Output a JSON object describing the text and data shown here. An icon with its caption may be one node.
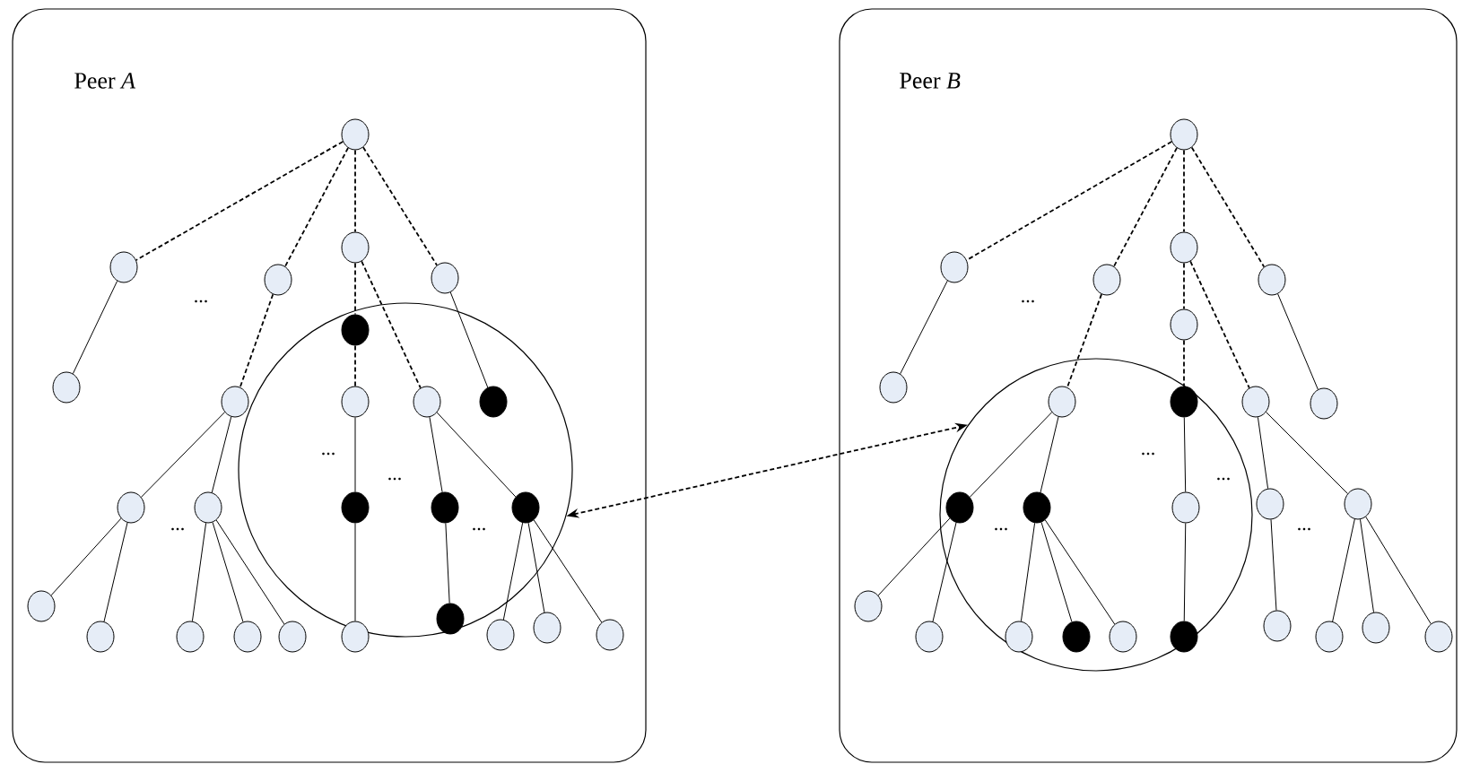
{
  "diagram": {
    "nodes": [
      {
        "text": [
          "Peer *A*"
        ]
      },
      {
        "text": [],
        "shape": "circle",
        "in": 0
      },
      {
        "text": [],
        "shape": "circle",
        "in": 0
      },
      {
        "text": [],
        "shape": "circle",
        "in": 0
      },
      {
        "text": [],
        "shape": "circle",
        "in": 0
      },
      {
        "text": [],
        "shape": "circle",
        "in": 0
      },
      {
        "text": [],
        "shape": "circle",
        "in": 0
      },
      {
        "text": [],
        "shape": "dot",
        "in": 1
      },
      {
        "text": [],
        "shape": "circle",
        "in": 0
      },
      {
        "text": [],
        "shape": "circle",
        "in": 0
      },
      {
        "text": [],
        "shape": "circle",
        "in": 1
      },
      {
        "text": [],
        "shape": "circle",
        "in": 1
      },
      {
        "text": [],
        "shape": "dot",
        "in": 1
      },
      {
        "text": [],
        "shape": "circle",
        "in": 0
      },
      {
        "text": [],
        "shape": "circle",
        "in": 0
      },
      {
        "text": [],
        "shape": "dot",
        "in": 1
      },
      {
        "text": [],
        "shape": "dot",
        "in": 1
      },
      {
        "text": [],
        "shape": "dot",
        "in": 1
      },
      {
        "text": [],
        "shape": "circle",
        "in": 0
      },
      {
        "text": [],
        "shape": "circle",
        "in": 0
      },
      {
        "text": [],
        "shape": "circle",
        "in": 0
      },
      {
        "text": [],
        "shape": "circle",
        "in": 0
      },
      {
        "text": [],
        "shape": "circle",
        "in": 0
      },
      {
        "text": [],
        "shape": "circle",
        "in": 0
      },
      {
        "text": [],
        "shape": "dot",
        "in": 1
      },
      {
        "text": [],
        "shape": "circle",
        "in": 0
      },
      {
        "text": [],
        "shape": "circle",
        "in": 0
      },
      {
        "text": [],
        "shape": "circle",
        "in": 0
      },
      {
        "text": [
          "Peer *B*"
        ]
      },
      {
        "text": [],
        "shape": "circle",
        "in": 28
      },
      {
        "text": [],
        "shape": "circle",
        "in": 28
      },
      {
        "text": [],
        "shape": "circle",
        "in": 28
      },
      {
        "text": [],
        "shape": "circle",
        "in": 28
      },
      {
        "text": [],
        "shape": "circle",
        "in": 28
      },
      {
        "text": [],
        "shape": "circle",
        "in": 28
      },
      {
        "text": [],
        "shape": "circle",
        "in": 28
      },
      {
        "text": [],
        "shape": "circle",
        "in": 28
      },
      {
        "text": [],
        "shape": "circle",
        "in": 29
      },
      {
        "text": [],
        "shape": "dot",
        "in": 29
      },
      {
        "text": [],
        "shape": "circle",
        "in": 28
      },
      {
        "text": [],
        "shape": "circle",
        "in": 28
      },
      {
        "text": [],
        "shape": "dot",
        "in": 29
      },
      {
        "text": [],
        "shape": "dot",
        "in": 29
      },
      {
        "text": [],
        "shape": "circle",
        "in": 29
      },
      {
        "text": [],
        "shape": "circle",
        "in": 28
      },
      {
        "text": [],
        "shape": "circle",
        "in": 28
      },
      {
        "text": [],
        "shape": "circle",
        "in": 28
      },
      {
        "text": [],
        "shape": "circle",
        "in": 28
      },
      {
        "text": [],
        "shape": "circle",
        "in": 29
      },
      {
        "text": [],
        "shape": "dot",
        "in": 29
      },
      {
        "text": [],
        "shape": "circle",
        "in": 29
      },
      {
        "text": [],
        "shape": "dot",
        "in": 29
      },
      {
        "text": [],
        "shape": "circle",
        "in": 28
      },
      {
        "text": [],
        "shape": "circle",
        "in": 28
      },
      {
        "text": [],
        "shape": "circle",
        "in": 28
      },
      {
        "text": [],
        "shape": "circle",
        "in": 28
      }
    ],
    "edges": [
      {
        "from": 2,
        "to": 3,
        "arrow": "none",
        "style": "dashed"
      },
      {
        "from": 2,
        "to": 4,
        "arrow": "none",
        "style": "dashed"
      },
      {
        "from": 2,
        "to": 5,
        "arrow": "none",
        "style": "dashed"
      },
      {
        "from": 2,
        "to": 6,
        "arrow": "none",
        "style": "dashed"
      },
      {
        "from": 3,
        "to": 8,
        "arrow": "none"
      },
      {
        "from": 4,
        "to": 9,
        "arrow": "none",
        "style": "dashed"
      },
      {
        "from": 5,
        "to": 7,
        "arrow": "none",
        "style": "dashed"
      },
      {
        "from": 5,
        "to": 11,
        "arrow": "none",
        "style": "dashed"
      },
      {
        "from": 6,
        "to": 12,
        "arrow": "none"
      },
      {
        "from": 7,
        "to": 10,
        "arrow": "none",
        "style": "dashed"
      },
      {
        "from": 9,
        "to": 13,
        "arrow": "none"
      },
      {
        "from": 9,
        "to": 14,
        "arrow": "none"
      },
      {
        "from": 10,
        "to": 15,
        "arrow": "none"
      },
      {
        "from": 11,
        "to": 16,
        "arrow": "none"
      },
      {
        "from": 11,
        "to": 17,
        "arrow": "none"
      },
      {
        "from": 13,
        "to": 18,
        "arrow": "none"
      },
      {
        "from": 13,
        "to": 19,
        "arrow": "none"
      },
      {
        "from": 14,
        "to": 20,
        "arrow": "none"
      },
      {
        "from": 14,
        "to": 21,
        "arrow": "none"
      },
      {
        "from": 14,
        "to": 22,
        "arrow": "none"
      },
      {
        "from": 15,
        "to": 23,
        "arrow": "none"
      },
      {
        "from": 16,
        "to": 24,
        "arrow": "none"
      },
      {
        "from": 17,
        "to": 25,
        "arrow": "none"
      },
      {
        "from": 17,
        "to": 26,
        "arrow": "none"
      },
      {
        "from": 17,
        "to": 27,
        "arrow": "none"
      },
      {
        "from": 30,
        "to": 31,
        "arrow": "none",
        "style": "dashed"
      },
      {
        "from": 30,
        "to": 32,
        "arrow": "none",
        "style": "dashed"
      },
      {
        "from": 30,
        "to": 33,
        "arrow": "none",
        "style": "dashed"
      },
      {
        "from": 30,
        "to": 34,
        "arrow": "none",
        "style": "dashed"
      },
      {
        "from": 31,
        "to": 36,
        "arrow": "none"
      },
      {
        "from": 32,
        "to": 37,
        "arrow": "none",
        "style": "dashed"
      },
      {
        "from": 33,
        "to": 35,
        "arrow": "none",
        "style": "dashed"
      },
      {
        "from": 33,
        "to": 39,
        "arrow": "none",
        "style": "dashed"
      },
      {
        "from": 34,
        "to": 40,
        "arrow": "none"
      },
      {
        "from": 35,
        "to": 38,
        "arrow": "none",
        "style": "dashed"
      },
      {
        "from": 37,
        "to": 41,
        "arrow": "none"
      },
      {
        "from": 37,
        "to": 42,
        "arrow": "none"
      },
      {
        "from": 38,
        "to": 43,
        "arrow": "none"
      },
      {
        "from": 39,
        "to": 44,
        "arrow": "none"
      },
      {
        "from": 39,
        "to": 45,
        "arrow": "none"
      },
      {
        "from": 41,
        "to": 46,
        "arrow": "none"
      },
      {
        "from": 41,
        "to": 47,
        "arrow": "none"
      },
      {
        "from": 42,
        "to": 48,
        "arrow": "none"
      },
      {
        "from": 42,
        "to": 49,
        "arrow": "none"
      },
      {
        "from": 42,
        "to": 50,
        "arrow": "none"
      },
      {
        "from": 43,
        "to": 51,
        "arrow": "none"
      },
      {
        "from": 44,
        "to": 52,
        "arrow": "none"
      },
      {
        "from": 45,
        "to": 53,
        "arrow": "none"
      },
      {
        "from": 45,
        "to": 54,
        "arrow": "none"
      },
      {
        "from": 45,
        "to": 55,
        "arrow": "none"
      },
      {
        "from": 1,
        "to": 29,
        "arrow": "both",
        "style": "dashed"
      }
    ],
    "labels": [
      "...",
      "...",
      "...",
      "...",
      "...",
      "...",
      "...",
      "...",
      "...",
      "..."
    ]
  }
}
